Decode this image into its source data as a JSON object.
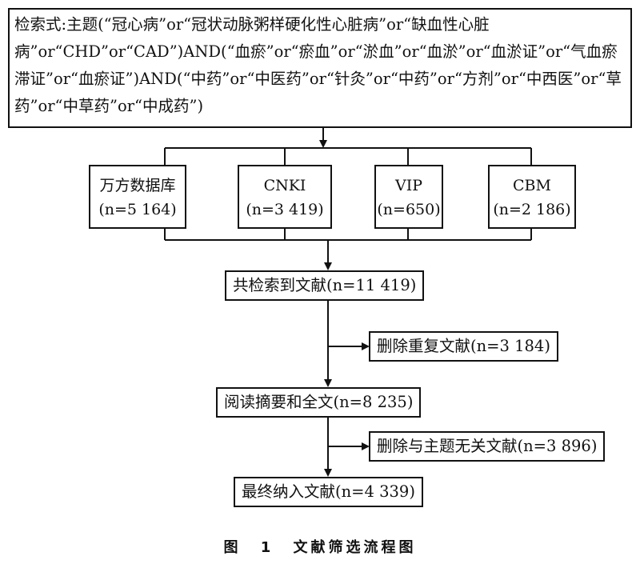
{
  "search": {
    "text": "检索式:主题(“冠心病”or“冠状动脉粥样硬化性心脏病”or“缺血性心脏病”or“CHD”or“CAD”)AND(“血瘀”or“瘀血”or“淤血”or“血淤”or“血淤证”or“气血瘀滞证”or“血瘀证”)AND(“中药”or“中医药”or“针灸”or“中药”or“方剂”or“中西医”or“草药”or“中草药”or“中成药”)"
  },
  "databases": [
    {
      "name": "万方数据库",
      "count": "(n=5 164)"
    },
    {
      "name": "CNKI",
      "count": "(n=3 419)"
    },
    {
      "name": "VIP",
      "count": "(n=650)"
    },
    {
      "name": "CBM",
      "count": "(n=2 186)"
    }
  ],
  "steps": {
    "total": "共检索到文献(n=11 419)",
    "remove_dup": "删除重复文献(n=3 184)",
    "read": "阅读摘要和全文(n=8 235)",
    "remove_irrelevant": "删除与主题无关文献(n=3 896)",
    "final": "最终纳入文献(n=4 339)"
  },
  "caption": "图 1 文献筛选流程图"
}
